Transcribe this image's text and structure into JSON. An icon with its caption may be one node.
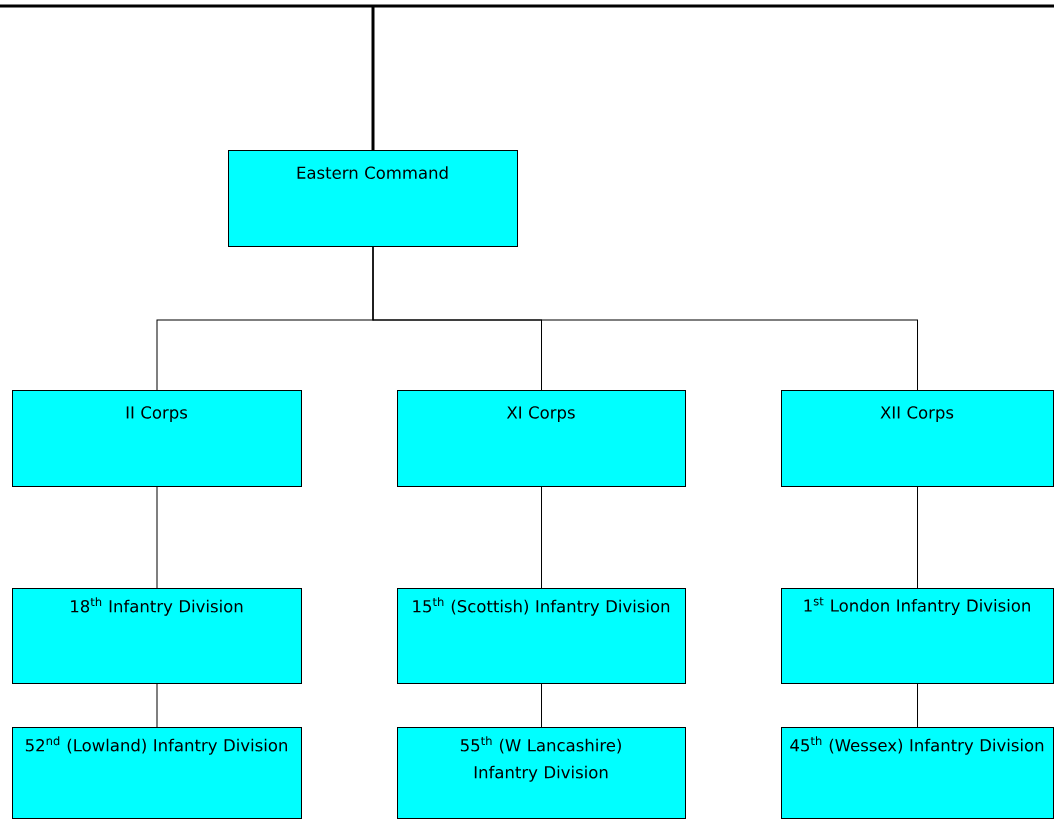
{
  "diagram": {
    "nodes": [
      {
        "text": [
          "Eastern Command"
        ]
      },
      {
        "text": [
          "II Corps"
        ]
      },
      {
        "text": [
          "XI Corps"
        ]
      },
      {
        "text": [
          "XII Corps"
        ]
      },
      {
        "text": [
          "18$^{th}$ Infantry Division"
        ]
      },
      {
        "text": [
          "15$^{th}$ (Scottish) Infantry Division"
        ]
      },
      {
        "text": [
          "1$^{st}$ London Infantry Division"
        ]
      },
      {
        "text": [
          "52$^{nd}$ (Lowland) Infantry Division"
        ]
      },
      {
        "text": [
          "55$^{th}$ (W Lancashire) Infantry Division"
        ]
      },
      {
        "text": [
          "45$^{th}$ (Wessex) Infantry Division"
        ]
      }
    ],
    "edges": [
      {
        "from": null,
        "to": 0,
        "arrow": "none",
        "style": "thick"
      },
      {
        "from": 0,
        "to": 1,
        "arrow": "none"
      },
      {
        "from": 0,
        "to": 2,
        "arrow": "none"
      },
      {
        "from": 0,
        "to": 3,
        "arrow": "none"
      },
      {
        "from": 1,
        "to": 4,
        "arrow": "none"
      },
      {
        "from": 2,
        "to": 5,
        "arrow": "none"
      },
      {
        "from": 3,
        "to": 6,
        "arrow": "none"
      },
      {
        "from": 4,
        "to": 7,
        "arrow": "none"
      },
      {
        "from": 5,
        "to": 8,
        "arrow": "none"
      },
      {
        "from": 6,
        "to": 9,
        "arrow": "none"
      }
    ]
  }
}
